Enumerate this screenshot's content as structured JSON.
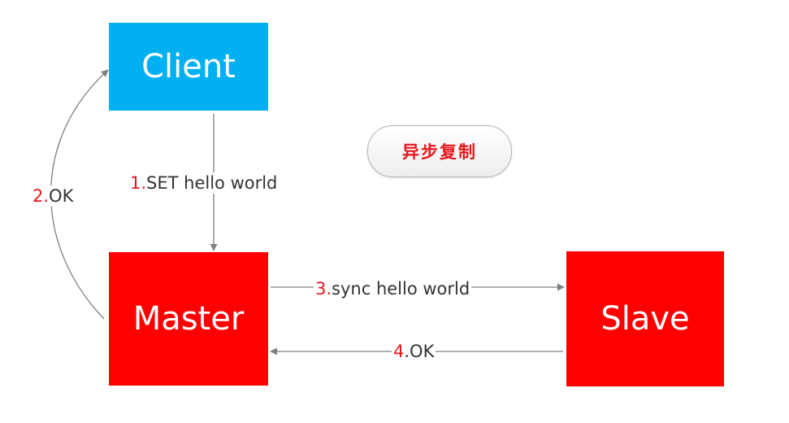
{
  "nodes": {
    "client": "Client",
    "master": "Master",
    "slave": "Slave"
  },
  "badge": "异步复制",
  "edges": {
    "set": {
      "num": "1.",
      "text": "SET hello world"
    },
    "ok2": {
      "num": "2.",
      "text": "OK"
    },
    "sync": {
      "num": "3.",
      "text": "sync hello world"
    },
    "ok4": {
      "num": "4.",
      "text": ".OK",
      "num_only": "4"
    }
  },
  "colors": {
    "client_fill": "#00b0f0",
    "node_fill": "#ff0000",
    "step_number": "#e8171c",
    "arrow": "#7f7f7f"
  }
}
